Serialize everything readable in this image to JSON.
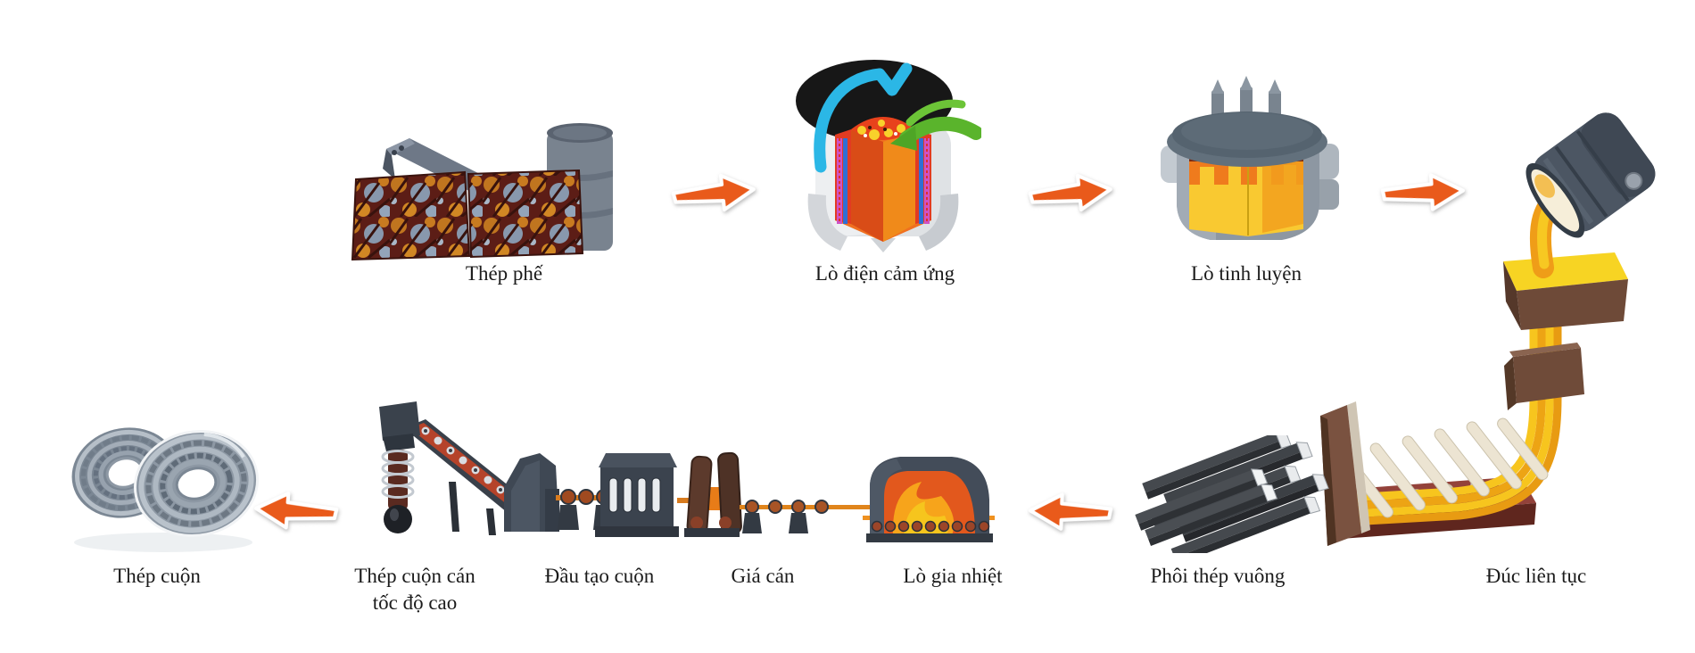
{
  "diagram": {
    "background_color": "#ffffff",
    "arrow_color": "#E95A1B",
    "nodes": [
      {
        "id": "scrap-steel",
        "label": "Thép phế",
        "icon": "scrap-steel-illustration"
      },
      {
        "id": "induction-furnace",
        "label": "Lò điện cảm ứng",
        "icon": "induction-furnace-illustration"
      },
      {
        "id": "refining-furnace",
        "label": "Lò tinh luyện",
        "icon": "refining-furnace-illustration"
      },
      {
        "id": "continuous-casting",
        "label": "Đúc liên tục",
        "icon": "continuous-casting-illustration"
      },
      {
        "id": "square-billet",
        "label": "Phôi thép vuông",
        "icon": "square-billet-illustration"
      },
      {
        "id": "reheating-furnace",
        "label": "Lò gia nhiệt",
        "icon": "reheating-furnace-illustration"
      },
      {
        "id": "rolling-stand",
        "label": "Giá cán",
        "icon": "rolling-stand-illustration"
      },
      {
        "id": "laying-head",
        "label": "Đầu tạo cuộn",
        "icon": "laying-head-illustration"
      },
      {
        "id": "high-speed-rolled-coil",
        "label": "Thép cuộn cán",
        "label_line2": "tốc độ cao",
        "icon": "coil-conveyor-illustration"
      },
      {
        "id": "wire-rod-coil",
        "label": "Thép cuộn",
        "icon": "wire-rod-coil-illustration"
      }
    ],
    "arrows": [
      {
        "row": "top",
        "direction": "right"
      },
      {
        "row": "top",
        "direction": "right"
      },
      {
        "row": "top",
        "direction": "right"
      },
      {
        "row": "bottom",
        "direction": "left"
      },
      {
        "row": "bottom",
        "direction": "left"
      }
    ]
  }
}
